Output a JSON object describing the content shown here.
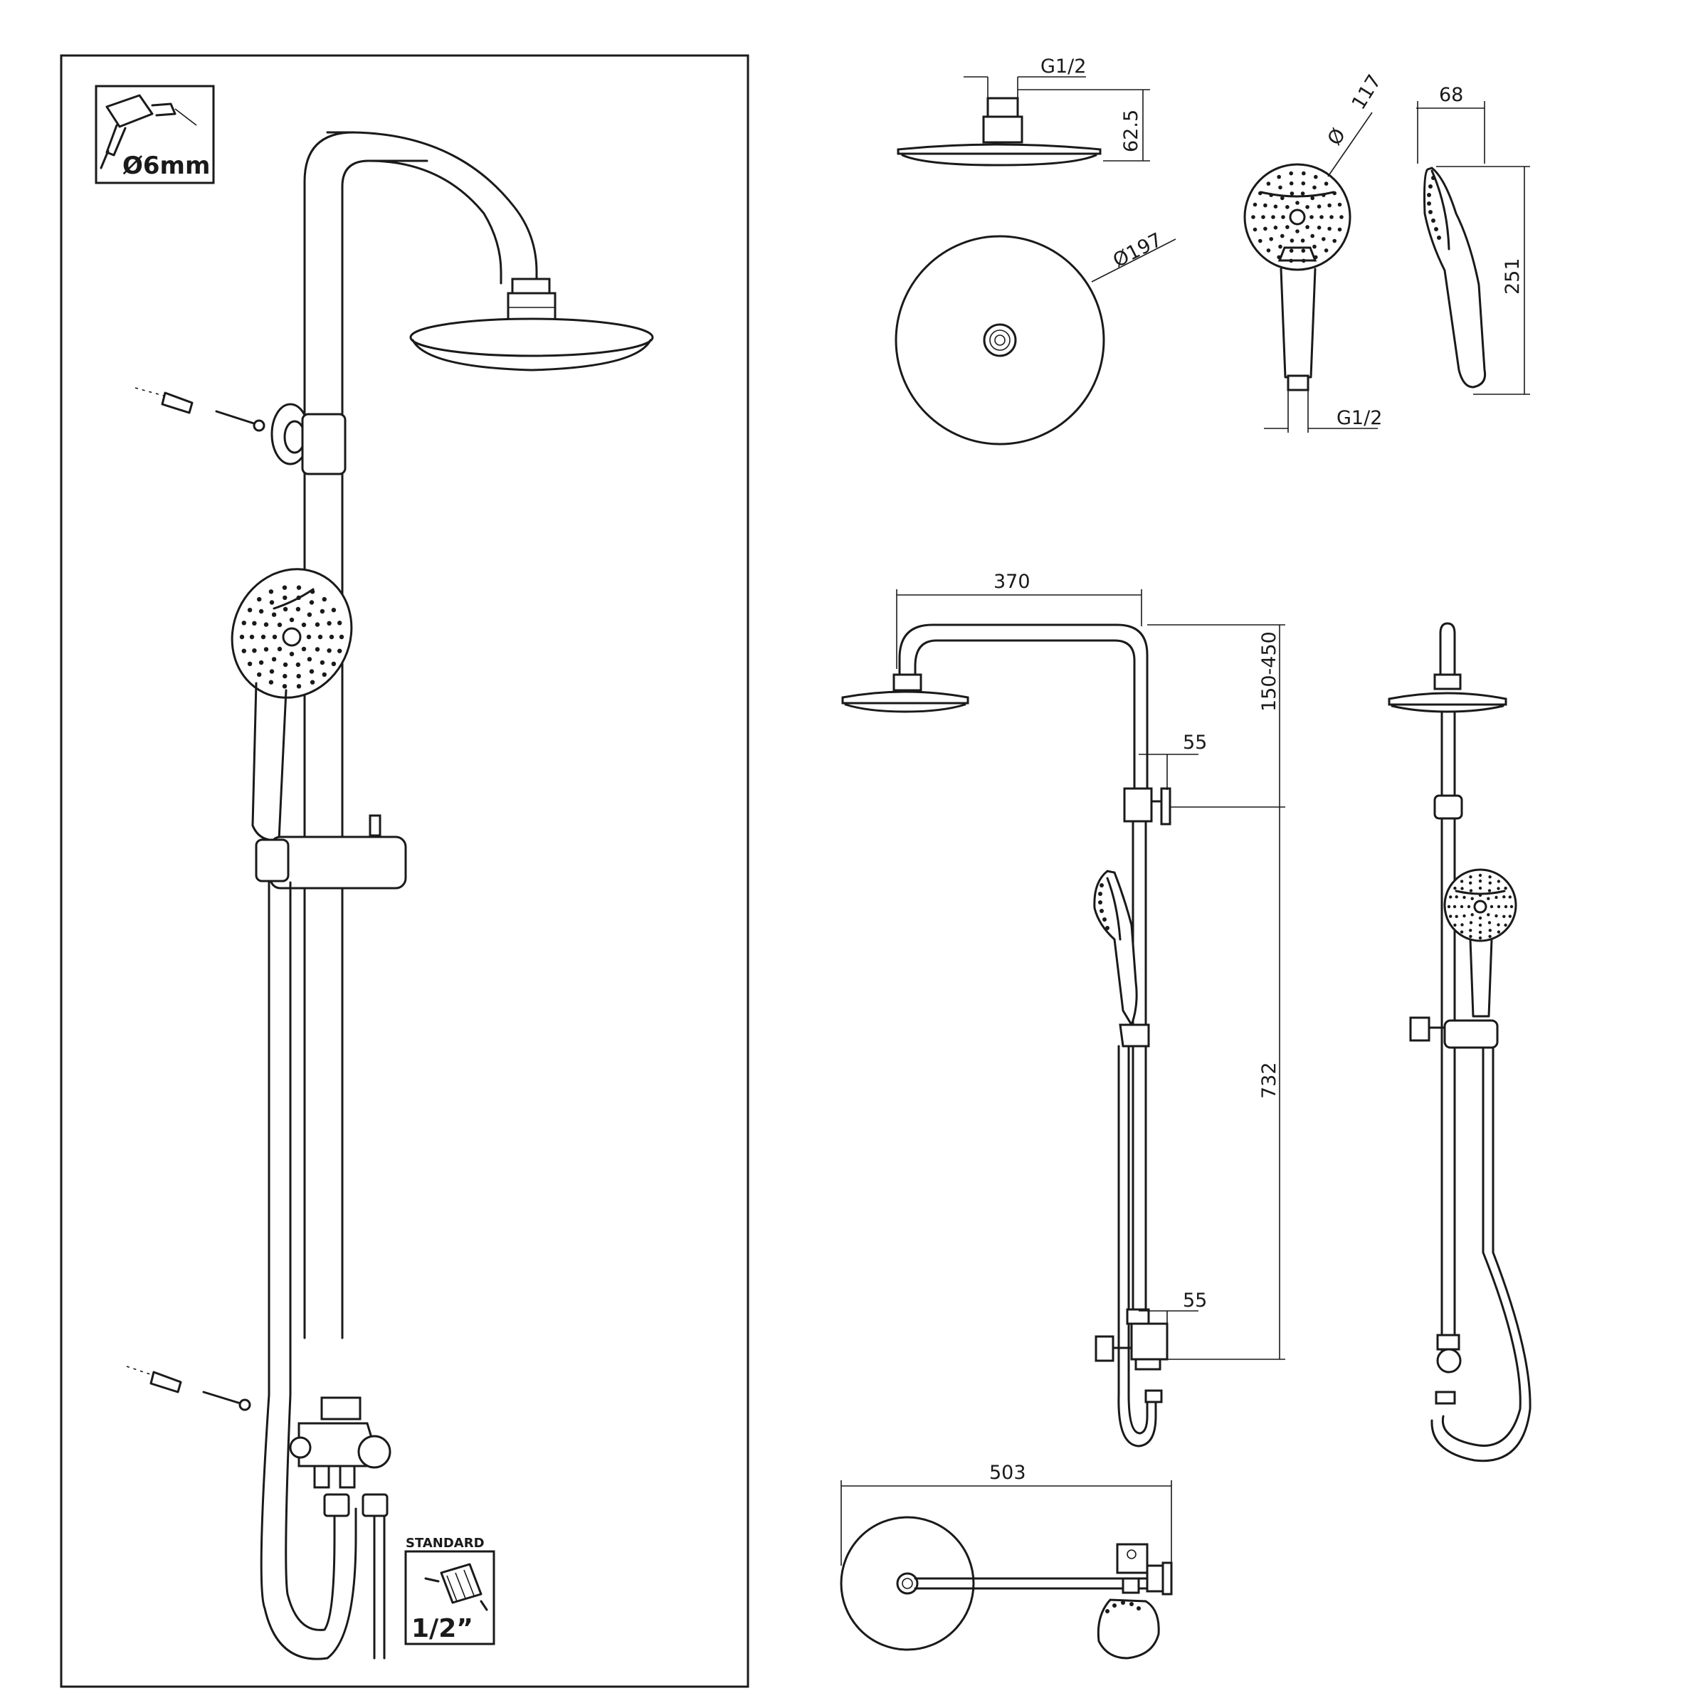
{
  "left_panel": {
    "drill_badge": {
      "icon": "drill-icon",
      "label": "Ø6mm"
    },
    "standard_badge": {
      "heading": "STANDARD",
      "icon": "hose-connector-icon",
      "label": "1/2”"
    }
  },
  "dimensions": {
    "overhead_inlet_thread": "G1/2",
    "overhead_height": "62.5",
    "overhead_diameter": "Ø197",
    "handshower_diameter_symbol": "Ø",
    "handshower_diameter_value": "117",
    "handshower_thread": "G1/2",
    "handshower_depth": "68",
    "handshower_length": "251",
    "arm_reach": "370",
    "arm_height_range": "150-450",
    "upper_bracket_offset": "55",
    "bracket_spacing": "732",
    "lower_bracket_offset": "55",
    "total_depth": "503"
  }
}
